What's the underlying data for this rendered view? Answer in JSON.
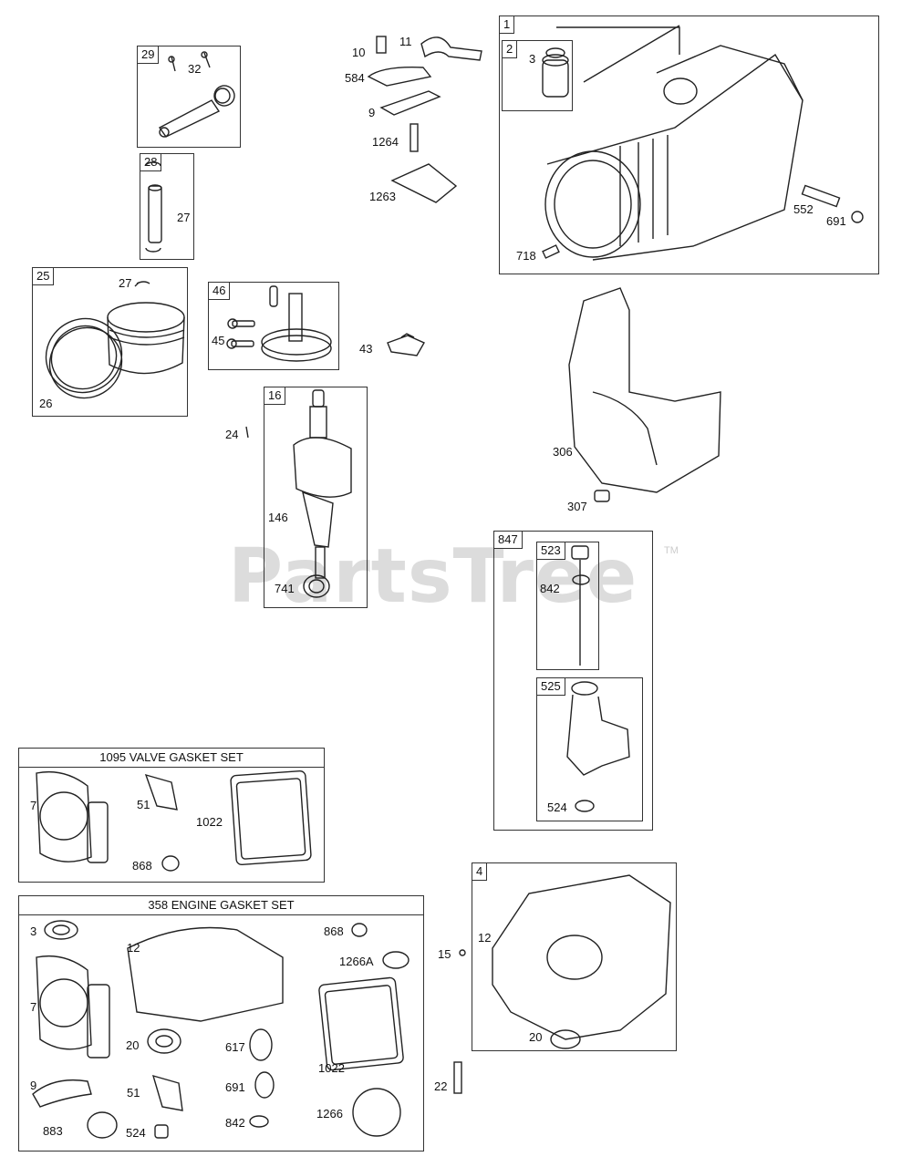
{
  "watermark": {
    "text": "PartsTree",
    "tm": "TM"
  },
  "kits": {
    "valve_gasket_set": {
      "title": "1095 VALVE GASKET SET",
      "parts": [
        "7",
        "51",
        "1022",
        "868"
      ]
    },
    "engine_gasket_set": {
      "title": "358 ENGINE GASKET SET",
      "parts": [
        "3",
        "12",
        "868",
        "1266A",
        "7",
        "20",
        "617",
        "1022",
        "9",
        "51",
        "691",
        "1266",
        "883",
        "524",
        "842"
      ]
    }
  },
  "boxes": {
    "b29": "29",
    "b28": "28",
    "b25": "25",
    "b46": "46",
    "b16": "16",
    "b1": "1",
    "b2": "2",
    "b847": "847",
    "b523": "523",
    "b525": "525",
    "b4": "4"
  },
  "labels": {
    "p32": "32",
    "p27a": "27",
    "p27b": "27",
    "p26": "26",
    "p45": "45",
    "p43": "43",
    "p24": "24",
    "p146": "146",
    "p741": "741",
    "p10": "10",
    "p11": "11",
    "p584": "584",
    "p9a": "9",
    "p1264": "1264",
    "p1263": "1263",
    "p3a": "3",
    "p552": "552",
    "p691a": "691",
    "p718": "718",
    "p306": "306",
    "p307": "307",
    "p842a": "842",
    "p524a": "524",
    "p7a": "7",
    "p51a": "51",
    "p1022a": "1022",
    "p868a": "868",
    "p3b": "3",
    "p12a": "12",
    "p868b": "868",
    "p1266A": "1266A",
    "p7b": "7",
    "p20a": "20",
    "p617": "617",
    "p1022b": "1022",
    "p9b": "9",
    "p51b": "51",
    "p691b": "691",
    "p1266": "1266",
    "p883": "883",
    "p524b": "524",
    "p842b": "842",
    "p12b": "12",
    "p15": "15",
    "p20b": "20",
    "p22": "22"
  }
}
